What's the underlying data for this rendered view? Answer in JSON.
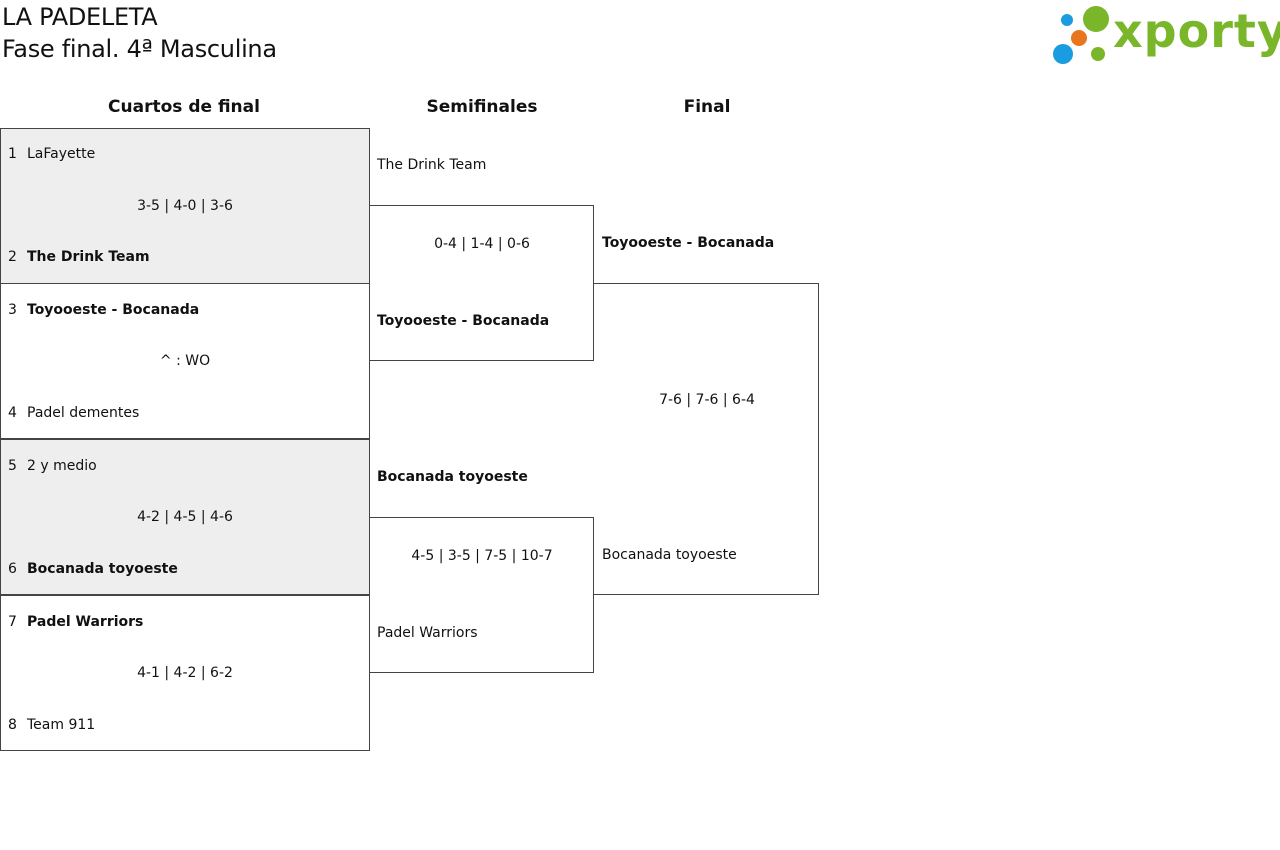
{
  "header": {
    "club": "LA PADELETA",
    "subtitle": "Fase final. 4ª Masculina",
    "logo_text": "xporty"
  },
  "colors": {
    "logo_green": "#7ab62a",
    "logo_blue": "#1a9ce0",
    "logo_orange": "#e8761e",
    "shaded_row": "#eeeeee"
  },
  "rounds": {
    "quarterfinals": "Cuartos de final",
    "semifinals": "Semifinales",
    "final": "Final"
  },
  "quarterfinals": [
    {
      "team1": {
        "seed": "1",
        "name": "LaFayette"
      },
      "team2": {
        "seed": "2",
        "name": "The Drink Team"
      },
      "score": "3-5 | 4-0 | 3-6",
      "winner": 2
    },
    {
      "team1": {
        "seed": "3",
        "name": "Toyooeste - Bocanada"
      },
      "team2": {
        "seed": "4",
        "name": "Padel dementes"
      },
      "score": "^ : WO",
      "winner": 1
    },
    {
      "team1": {
        "seed": "5",
        "name": "2 y medio"
      },
      "team2": {
        "seed": "6",
        "name": "Bocanada toyoeste"
      },
      "score": "4-2 | 4-5 | 4-6",
      "winner": 2
    },
    {
      "team1": {
        "seed": "7",
        "name": "Padel Warriors"
      },
      "team2": {
        "seed": "8",
        "name": "Team 911"
      },
      "score": "4-1 | 4-2 | 6-2",
      "winner": 1
    }
  ],
  "semifinals": [
    {
      "team1": "The Drink Team",
      "team2": "Toyooeste - Bocanada",
      "score": "0-4 | 1-4 | 0-6",
      "winner": 2
    },
    {
      "team1": "Bocanada toyoeste",
      "team2": "Padel Warriors",
      "score": "4-5 | 3-5 | 7-5 | 10-7",
      "winner": 1
    }
  ],
  "final": {
    "team1": "Toyooeste - Bocanada",
    "team2": "Bocanada toyoeste",
    "score": "7-6 | 7-6 | 6-4",
    "winner": 1
  }
}
